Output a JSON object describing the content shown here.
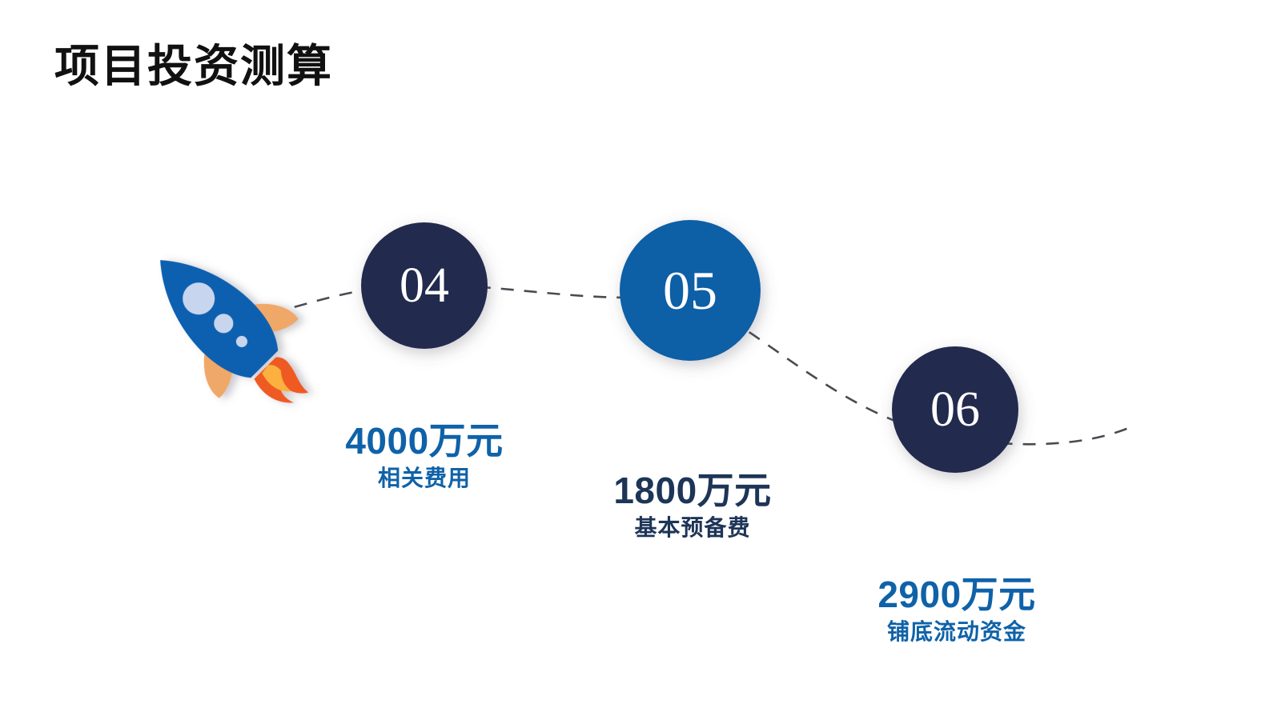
{
  "slide": {
    "title": "项目投资测算",
    "background_color": "#ffffff",
    "title_color": "#111111"
  },
  "theme": {
    "navy": "#222c4e",
    "blue": "#0d5fa6",
    "blue_text": "#0f62a8",
    "navy_text": "#1d3557",
    "dash_line": "#4a4a52",
    "rocket_body": "#1060b0",
    "rocket_window": "#c7d6ee",
    "rocket_fin": "#f0a868",
    "flame_outer": "#ef5a22",
    "flame_inner": "#fbb040"
  },
  "decor": {
    "rocket_icon": "rocket-icon",
    "connector_icon": "dashed-curve-connector"
  },
  "steps": [
    {
      "number": "04",
      "amount": "4000万元",
      "caption": "相关费用",
      "circle_color": "#222c4e",
      "text_color": "#0f62a8"
    },
    {
      "number": "05",
      "amount": "1800万元",
      "caption": "基本预备费",
      "circle_color": "#0d5fa6",
      "text_color": "#1d3557"
    },
    {
      "number": "06",
      "amount": "2900万元",
      "caption": "铺底流动资金",
      "circle_color": "#222c4e",
      "text_color": "#0f62a8"
    }
  ]
}
